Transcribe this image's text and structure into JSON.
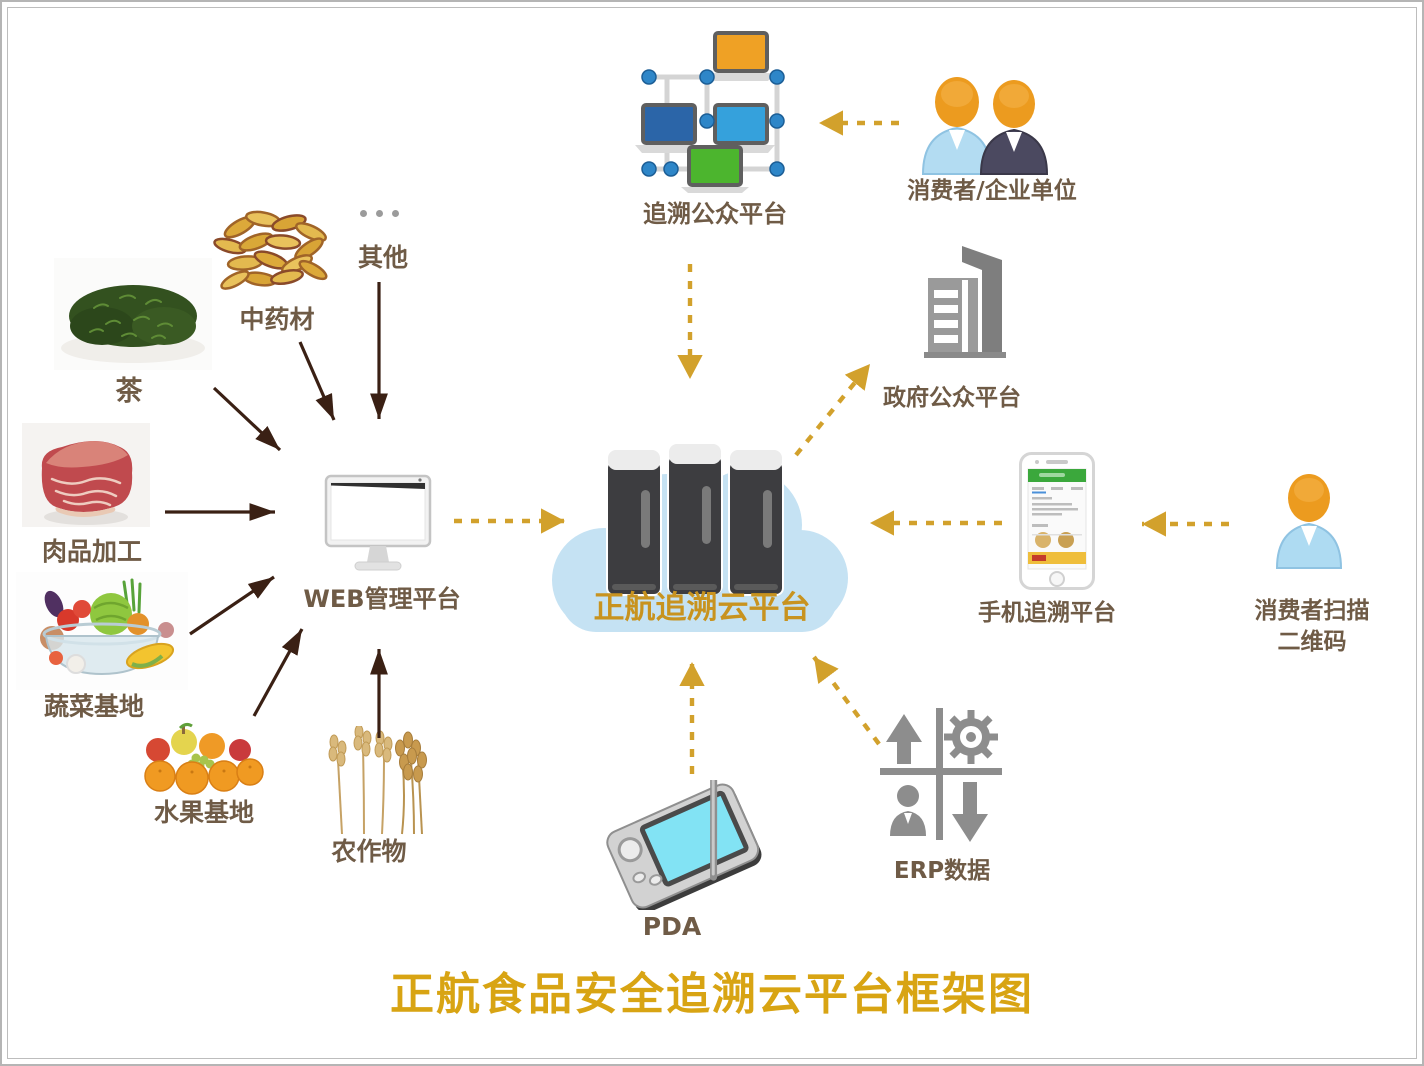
{
  "title": "正航食品安全追溯云平台框架图",
  "colors": {
    "title_gold": "#D8A413",
    "label_brown": "#6F5B46",
    "dashed_arrow_gold": "#D2A12C",
    "solid_arrow_dark": "#3A2014",
    "cloud_blue": "#C5E2F3",
    "cloud_label_gold": "#C8931F"
  },
  "center": {
    "label": "正航追溯云平台",
    "icon": "cloud-servers-icon"
  },
  "platforms": {
    "trace_public": {
      "label": "追溯公众平台",
      "icon": "network-computers-icon"
    },
    "consumers": {
      "label": "消费者/企业单位",
      "icon": "two-users-icon"
    },
    "government": {
      "label": "政府公众平台",
      "icon": "building-icon"
    },
    "web_admin": {
      "label": "WEB管理平台",
      "icon": "desktop-monitor-icon"
    },
    "mobile_trace": {
      "label": "手机追溯平台",
      "icon": "smartphone-icon"
    },
    "qr_scanner": {
      "line1": "消费者扫描",
      "line2": "二维码",
      "icon": "user-icon"
    },
    "erp": {
      "label": "ERP数据",
      "icon": "erp-data-icon"
    },
    "pda": {
      "label": "PDA",
      "icon": "pda-device-icon"
    }
  },
  "sources": [
    {
      "label": "茶",
      "icon": "tea-leaves-photo"
    },
    {
      "label": "中药材",
      "icon": "herbs-photo"
    },
    {
      "label": "其他",
      "icon": "ellipsis-dots-icon"
    },
    {
      "label": "肉品加工",
      "icon": "meat-photo"
    },
    {
      "label": "蔬菜基地",
      "icon": "vegetables-photo"
    },
    {
      "label": "水果基地",
      "icon": "fruits-photo"
    },
    {
      "label": "农作物",
      "icon": "crops-photo"
    }
  ]
}
